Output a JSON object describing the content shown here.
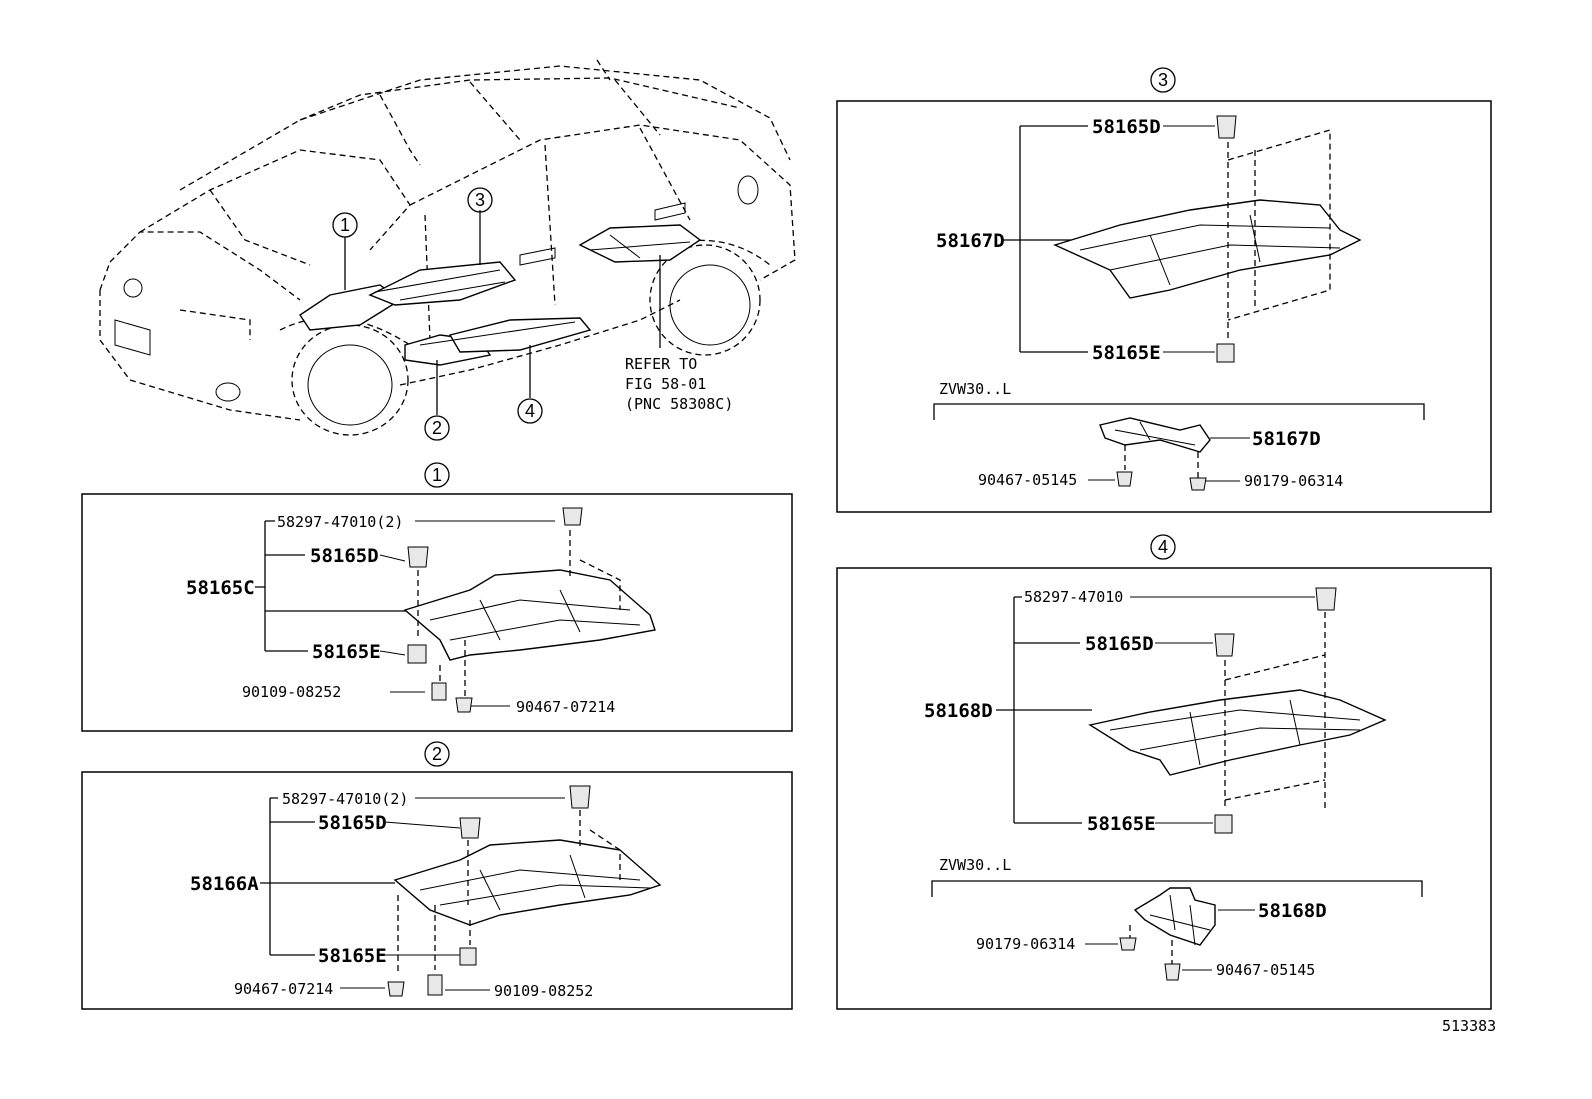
{
  "section_markers": {
    "s1": "1",
    "s2": "2",
    "s3": "3",
    "s4": "4"
  },
  "overview": {
    "markers": {
      "m1": "1",
      "m2": "2",
      "m3": "3",
      "m4": "4"
    },
    "refer": [
      "REFER TO",
      "FIG 58-01",
      "(PNC 58308C)"
    ]
  },
  "section1": {
    "clip_qty": "58297-47010(2)",
    "assembly": "58165C",
    "p1": "58165D",
    "p2": "58165E",
    "screw": "90109-08252",
    "bolt": "90467-07214"
  },
  "section2": {
    "clip_qty": "58297-47010(2)",
    "assembly": "58166A",
    "p1": "58165D",
    "p2": "58165E",
    "bolt": "90467-07214",
    "screw": "90109-08252"
  },
  "section3": {
    "p1": "58165D",
    "assembly": "58167D",
    "p2": "58165E",
    "variant": "ZVW30..L",
    "sub_part": "58167D",
    "sub_bolt": "90467-05145",
    "sub_nut": "90179-06314"
  },
  "section4": {
    "clip": "58297-47010",
    "p1": "58165D",
    "assembly": "58168D",
    "p2": "58165E",
    "variant": "ZVW30..L",
    "sub_part": "58168D",
    "sub_nut": "90179-06314",
    "sub_bolt": "90467-05145"
  },
  "illustration_number": "513383"
}
